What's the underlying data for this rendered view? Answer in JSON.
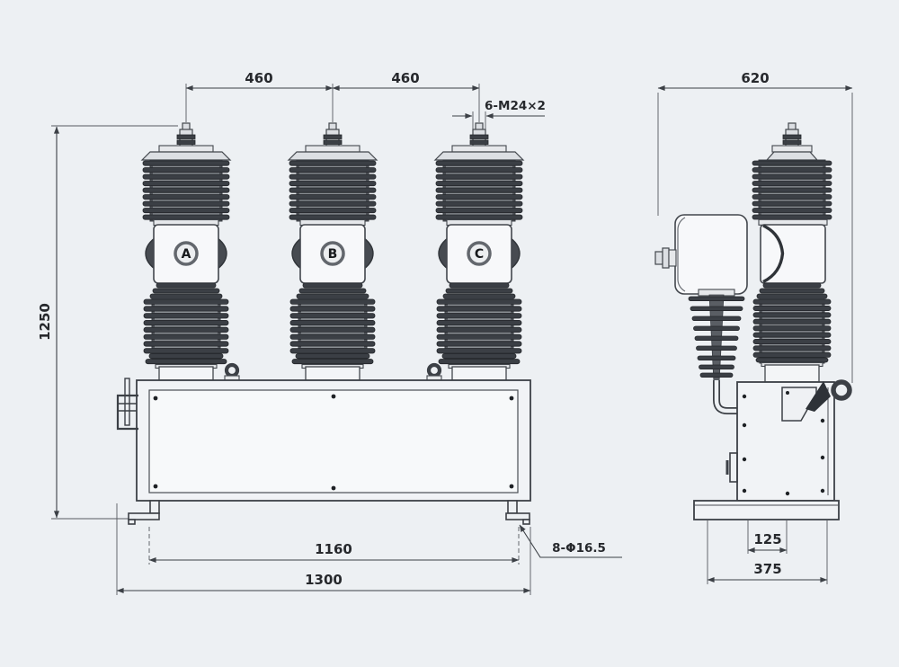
{
  "phases": {
    "a": "A",
    "b": "B",
    "c": "C"
  },
  "dimensions": {
    "pole_spacing_1": "460",
    "pole_spacing_2": "460",
    "terminal_stud": "6-M24×2",
    "total_height": "1250",
    "mounting_hole_span": "1160",
    "total_width": "1300",
    "mounting_holes": "8-Φ16.5",
    "side_width": "620",
    "base_slot_spacing": "125",
    "base_width": "375"
  },
  "colors": {
    "background": "#edf0f3",
    "line": "#3c4046",
    "fin_dark": "#3b3f45",
    "fin_body": "#53575d",
    "panel_white": "#f7f8fa",
    "dimension_text": "#26282c"
  }
}
